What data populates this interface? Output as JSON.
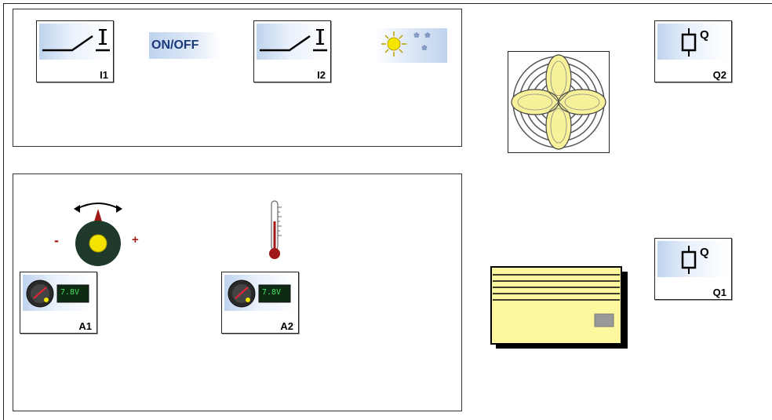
{
  "inputs": {
    "i1": {
      "label": "I1",
      "icon": "switch-icon"
    },
    "onoff": {
      "label": "ON/OFF",
      "color": "#1a3a7a"
    },
    "i2": {
      "label": "I2",
      "icon": "switch-icon"
    },
    "weather": {
      "icon": "sun-snow-icon"
    }
  },
  "analog": {
    "knob": {
      "minus": "-",
      "plus": "+",
      "icon": "potentiometer-knob-icon"
    },
    "thermo": {
      "icon": "thermometer-icon"
    },
    "a1": {
      "label": "A1",
      "readout": "7.8V"
    },
    "a2": {
      "label": "A2",
      "readout": "7.8V"
    }
  },
  "outputs": {
    "q2": {
      "label": "Q2",
      "symbol": "Q"
    },
    "q1": {
      "label": "Q1",
      "symbol": "Q"
    },
    "fan": {
      "icon": "fan-icon"
    },
    "heater": {
      "icon": "heater-icon"
    }
  },
  "colors": {
    "accent_blue": "#bfd3ee",
    "fan_yellow": "#f7f29a",
    "heater_yellow": "#fdf7a0",
    "knob_green": "#1f3a2a",
    "knob_core": "#f2e400",
    "thermo_red": "#a01818"
  }
}
